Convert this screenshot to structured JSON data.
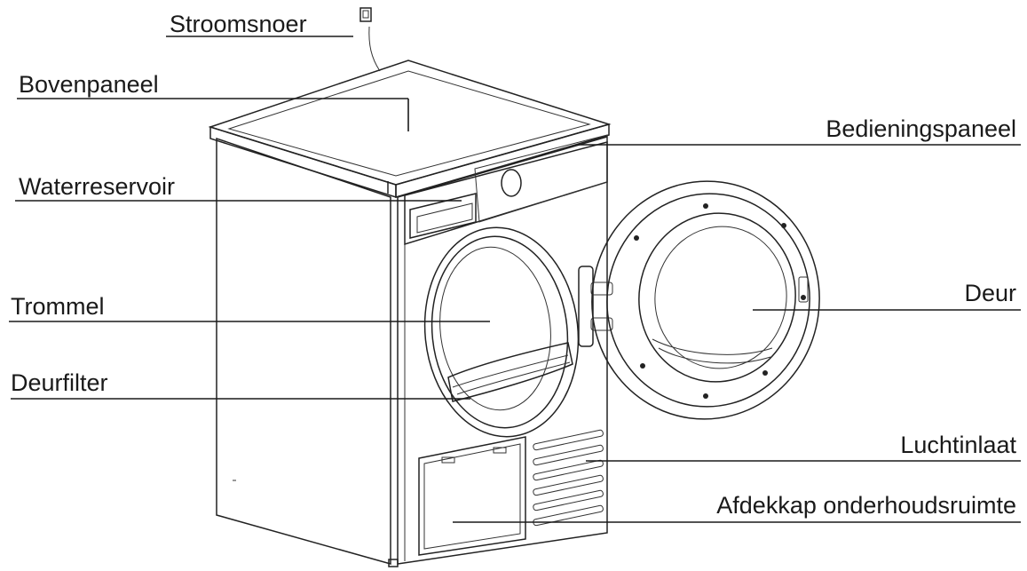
{
  "labels": {
    "stroomsnoer": "Stroomsnoer",
    "bovenpaneel": "Bovenpaneel",
    "bedieningspaneel": "Bedieningspaneel",
    "waterreservoir": "Waterreservoir",
    "trommel": "Trommel",
    "deur": "Deur",
    "deurfilter": "Deurfilter",
    "luchtinlaat": "Luchtinlaat",
    "afdekkap": "Afdekkap onderhoudsruimte"
  },
  "icons": [
    "plug-icon"
  ],
  "colors": {
    "line": "#1a1a1a",
    "background": "#ffffff"
  }
}
